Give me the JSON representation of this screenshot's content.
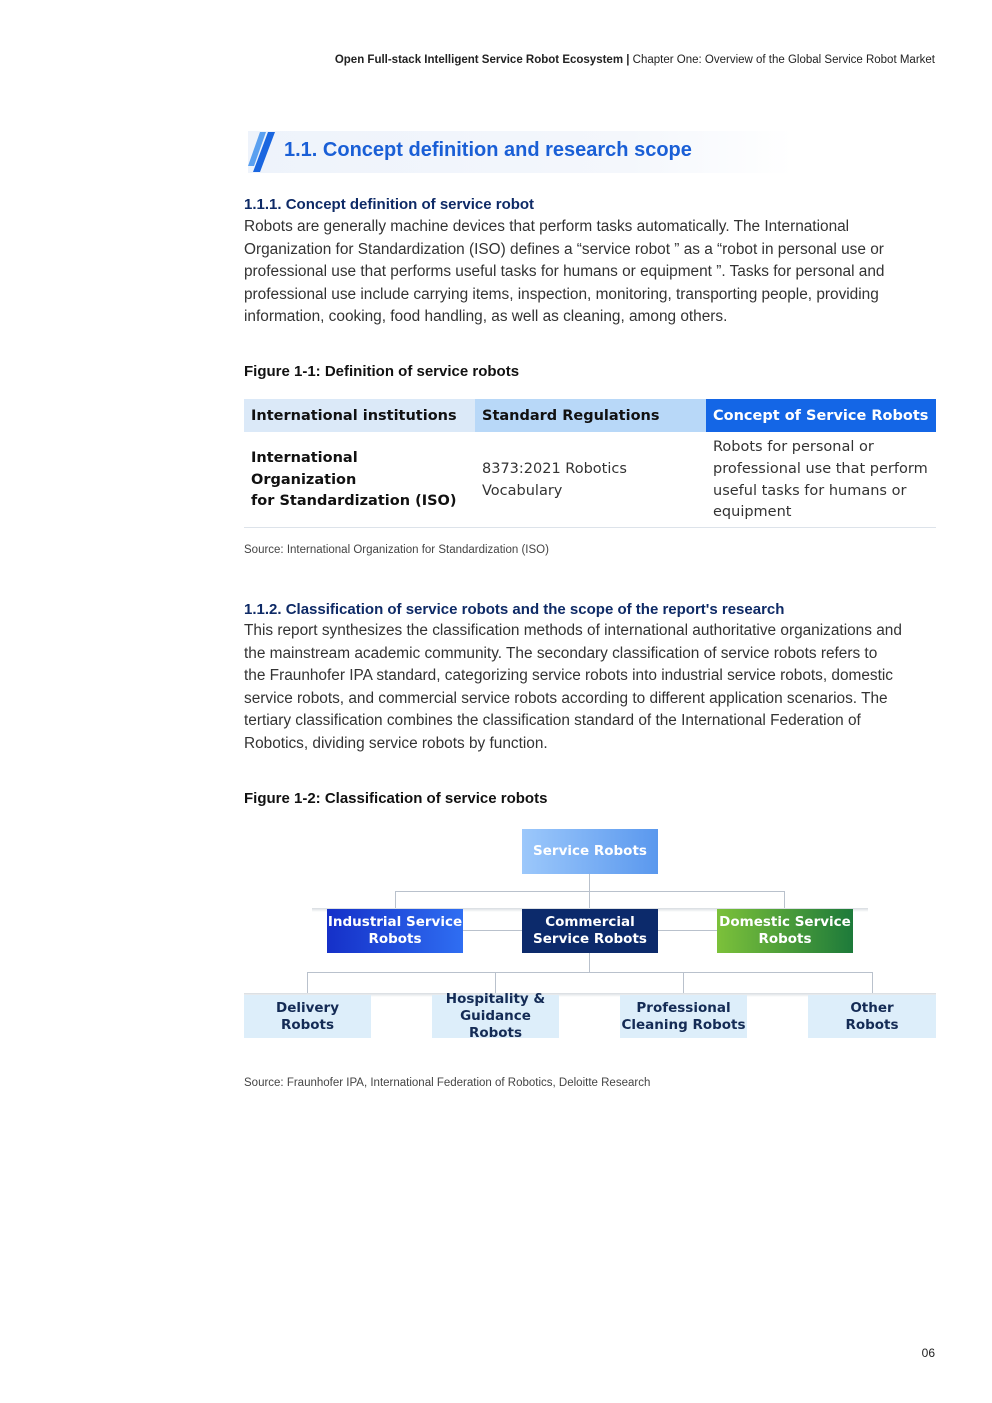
{
  "header": {
    "bold_part": "Open Full-stack Intelligent Service Robot Ecosystem |",
    "rest": " Chapter One: Overview of the Global Service Robot Market"
  },
  "section": {
    "title": "1.1. Concept definition and research scope"
  },
  "sub1": {
    "title": "1.1.1. Concept definition of service robot",
    "lines": [
      "Robots are generally machine devices that perform tasks automatically. The International",
      "Organization for Standardization (ISO) defines a “service robot ” as a “robot in personal use or",
      "professional use that performs useful tasks for humans or equipment ”. Tasks for personal and",
      "professional use include carrying items, inspection, monitoring, transporting people, providing",
      "information, cooking, food handling, as well as cleaning, among others."
    ]
  },
  "fig1": {
    "title": "Figure 1-1: Definition of service robots",
    "headers": [
      "International institutions",
      "Standard Regulations",
      "Concept of Service Robots"
    ],
    "row": {
      "institution_l1": "International Organization",
      "institution_l2": "for Standardization (ISO)",
      "regulation_l1": "8373:2021 Robotics",
      "regulation_l2": "Vocabulary",
      "concept_l1": "Robots for personal or",
      "concept_l2": "professional use that perform",
      "concept_l3": "useful tasks for humans or",
      "concept_l4": "equipment"
    },
    "source": "Source: International Organization for Standardization (ISO)"
  },
  "sub2": {
    "title": "1.1.2. Classification of service robots and the scope of the report's research",
    "lines": [
      "This report synthesizes the classification methods of international authoritative organizations and",
      "the mainstream academic community. The secondary classification of service robots refers to",
      "the Fraunhofer IPA standard, categorizing service robots into industrial service robots, domestic",
      "service robots, and commercial service robots according to different application scenarios. The",
      "tertiary classification combines the classification standard of the International Federation of",
      "Robotics, dividing service robots by function."
    ]
  },
  "fig2": {
    "title": "Figure 1-2: Classification of service robots",
    "root": "Service Robots",
    "level2": [
      {
        "l1": "Industrial Service",
        "l2": "Robots"
      },
      {
        "l1": "Commercial",
        "l2": "Service Robots"
      },
      {
        "l1": "Domestic Service",
        "l2": "Robots"
      }
    ],
    "level3": [
      {
        "l1": "Delivery",
        "l2": "Robots"
      },
      {
        "l1": "Hospitality &",
        "l2": "Guidance Robots"
      },
      {
        "l1": "Professional",
        "l2": "Cleaning Robots"
      },
      {
        "l1": "Other",
        "l2": "Robots"
      }
    ],
    "colors": {
      "root": "#7db3f5",
      "industrial": "#1f3fd9",
      "commercial": "#0c2a6b",
      "domestic": "#3f9b35",
      "leaf_bg": "#ddeefa",
      "leaf_text": "#142b55"
    },
    "source": "Source: Fraunhofer IPA, International Federation of Robotics, Deloitte Research"
  },
  "page_number": "06"
}
